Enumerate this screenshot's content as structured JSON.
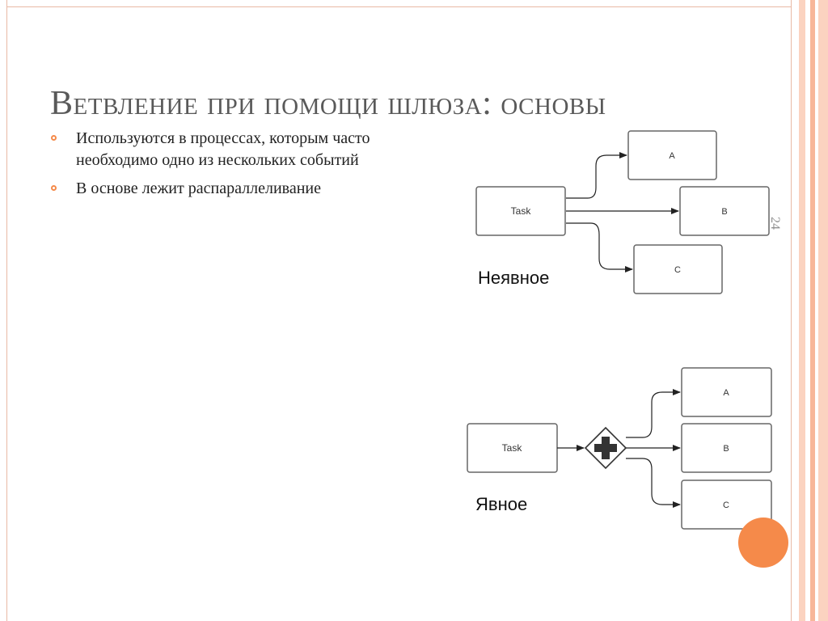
{
  "slide": {
    "title": "Ветвление при помощи шлюза: основы",
    "bullets": [
      {
        "text": "Используются в процессах, которым часто необходимо одно из нескольких событий"
      },
      {
        "text": "В основе лежит распараллеливание"
      }
    ],
    "page_number": "24"
  },
  "diagrams": {
    "implicit": {
      "label": "Неявное",
      "source": "Task",
      "targets": [
        "A",
        "B",
        "C"
      ]
    },
    "explicit": {
      "label": "Явное",
      "source": "Task",
      "gateway": "parallel-gateway",
      "targets": [
        "A",
        "B",
        "C"
      ]
    }
  },
  "colors": {
    "accent": "#f58a4a",
    "stripe_light": "#fbd3c0",
    "stripe_mid": "#f7b79a",
    "frame": "#e8b9a5",
    "title": "#595959",
    "box_stroke": "#666666"
  }
}
